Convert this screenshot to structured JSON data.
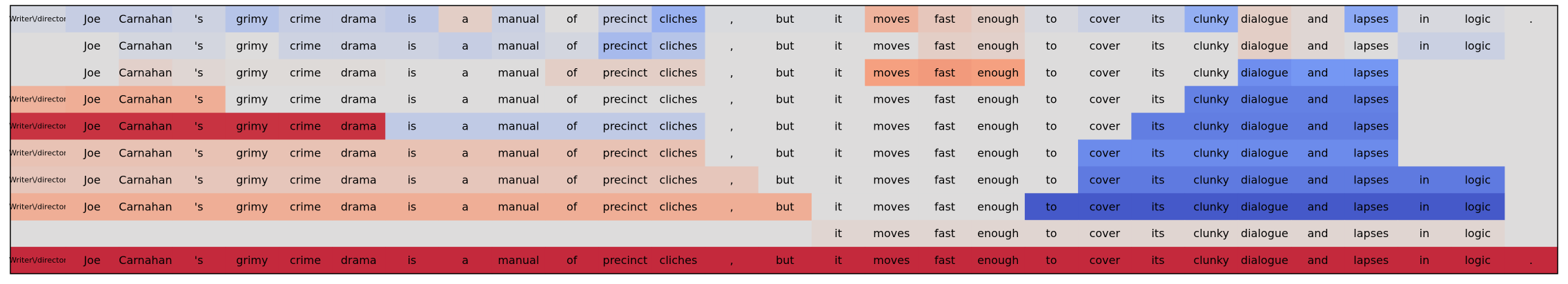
{
  "chart_data": {
    "type": "heatmap",
    "title": "",
    "xlabel": "",
    "ylabel": "",
    "tokens": [
      "Writer\\/director",
      "Joe",
      "Carnahan",
      "'s",
      "grimy",
      "crime",
      "drama",
      "is",
      "a",
      "manual",
      "of",
      "precinct",
      "cliches",
      ",",
      "but",
      "it",
      "moves",
      "fast",
      "enough",
      "to",
      "cover",
      "its",
      "clunky",
      "dialogue",
      "and",
      "lapses",
      "in",
      "logic",
      "."
    ],
    "color_scale": "coolwarm",
    "value_range": [
      -1,
      1
    ],
    "colors": {
      "frame": "#000000",
      "text": "#000000",
      "empty_cell": "#dddcdc"
    },
    "rows": [
      {
        "start": 0,
        "end": 28,
        "values": [
          -0.05,
          -0.12,
          -0.12,
          -0.08,
          -0.2,
          -0.12,
          -0.12,
          -0.16,
          0.12,
          -0.1,
          0.0,
          -0.12,
          -0.35,
          -0.02,
          -0.02,
          -0.02,
          0.35,
          0.18,
          0.12,
          -0.03,
          -0.1,
          -0.1,
          -0.38,
          0.12,
          0.05,
          -0.42,
          -0.03,
          -0.03,
          0.0
        ]
      },
      {
        "start": 1,
        "end": 27,
        "values": [
          null,
          0.0,
          -0.05,
          -0.05,
          0.0,
          -0.08,
          -0.08,
          -0.08,
          -0.12,
          -0.08,
          -0.05,
          -0.28,
          -0.2,
          0.0,
          0.0,
          0.0,
          0.0,
          0.12,
          0.1,
          0.0,
          0.0,
          0.0,
          0.0,
          0.12,
          0.05,
          0.0,
          -0.1,
          -0.1,
          null
        ]
      },
      {
        "start": 1,
        "end": 25,
        "values": [
          null,
          0.0,
          0.1,
          0.05,
          0.02,
          0.02,
          0.02,
          0.0,
          0.0,
          0.0,
          0.12,
          0.12,
          0.12,
          0.0,
          0.0,
          0.0,
          0.5,
          0.52,
          0.5,
          0.0,
          0.0,
          0.0,
          0.0,
          -0.6,
          -0.55,
          -0.55,
          null,
          null,
          null
        ]
      },
      {
        "start": 0,
        "end": 25,
        "values": [
          0.35,
          0.38,
          0.38,
          0.38,
          0.0,
          0.0,
          0.0,
          0.0,
          0.0,
          0.0,
          0.0,
          0.0,
          0.0,
          0.0,
          0.0,
          0.0,
          0.0,
          0.0,
          0.0,
          0.0,
          0.0,
          0.0,
          -0.68,
          -0.68,
          -0.68,
          -0.68,
          null,
          null,
          null
        ]
      },
      {
        "start": 0,
        "end": 25,
        "values": [
          0.85,
          0.85,
          0.85,
          0.85,
          0.85,
          0.85,
          0.85,
          -0.15,
          -0.15,
          -0.15,
          -0.15,
          -0.15,
          -0.15,
          0.0,
          0.0,
          0.0,
          0.0,
          0.0,
          0.0,
          0.0,
          0.0,
          -0.7,
          -0.7,
          -0.7,
          -0.7,
          -0.7,
          null,
          null,
          null
        ]
      },
      {
        "start": 0,
        "end": 25,
        "values": [
          0.22,
          0.22,
          0.22,
          0.22,
          0.22,
          0.22,
          0.22,
          0.22,
          0.22,
          0.22,
          0.22,
          0.22,
          0.22,
          0.0,
          0.0,
          0.0,
          0.0,
          0.0,
          0.0,
          0.0,
          -0.62,
          -0.62,
          -0.62,
          -0.62,
          -0.62,
          -0.62,
          null,
          null,
          null
        ]
      },
      {
        "start": 0,
        "end": 27,
        "values": [
          0.18,
          0.18,
          0.18,
          0.18,
          0.18,
          0.18,
          0.18,
          0.18,
          0.18,
          0.18,
          0.18,
          0.18,
          0.18,
          0.18,
          0.0,
          0.0,
          0.0,
          0.0,
          0.0,
          0.0,
          -0.72,
          -0.72,
          -0.72,
          -0.72,
          -0.72,
          -0.72,
          -0.72,
          -0.72,
          null
        ]
      },
      {
        "start": 0,
        "end": 27,
        "values": [
          0.38,
          0.38,
          0.38,
          0.38,
          0.38,
          0.38,
          0.38,
          0.38,
          0.38,
          0.38,
          0.38,
          0.38,
          0.38,
          0.38,
          0.38,
          0.0,
          0.0,
          0.0,
          0.0,
          -0.92,
          -0.92,
          -0.92,
          -0.92,
          -0.92,
          -0.92,
          -0.92,
          -0.92,
          -0.92,
          null
        ]
      },
      {
        "start": 15,
        "end": 27,
        "values": [
          null,
          null,
          null,
          null,
          null,
          null,
          null,
          null,
          null,
          null,
          null,
          null,
          null,
          null,
          null,
          0.06,
          0.06,
          0.06,
          0.06,
          0.06,
          0.06,
          0.06,
          0.06,
          0.06,
          0.06,
          0.06,
          0.06,
          0.06,
          null
        ]
      },
      {
        "start": 0,
        "end": 28,
        "values": [
          0.88,
          0.88,
          0.88,
          0.88,
          0.88,
          0.88,
          0.88,
          0.88,
          0.88,
          0.88,
          0.88,
          0.88,
          0.88,
          0.88,
          0.88,
          0.88,
          0.88,
          0.88,
          0.88,
          0.88,
          0.88,
          0.88,
          0.88,
          0.88,
          0.88,
          0.88,
          0.88,
          0.88,
          0.88
        ]
      }
    ]
  }
}
